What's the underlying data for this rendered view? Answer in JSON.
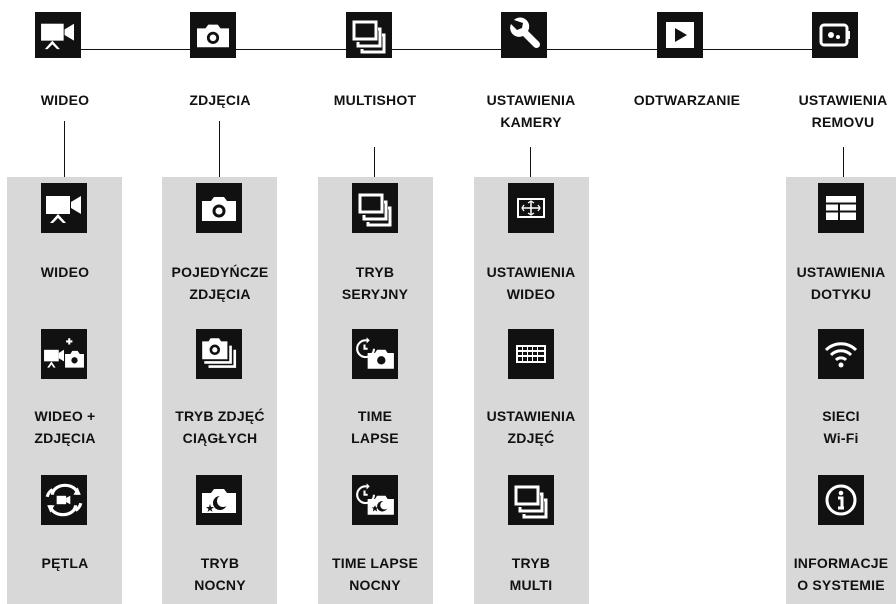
{
  "top_menu": [
    {
      "label": "WIDEO",
      "icon": "video-camera-icon"
    },
    {
      "label": "ZDJĘCIA",
      "icon": "photo-camera-icon"
    },
    {
      "label": "MULTISHOT",
      "icon": "multishot-icon"
    },
    {
      "label": "USTAWIENIA\nKAMERY",
      "icon": "wrench-icon"
    },
    {
      "label": "ODTWARZANIE",
      "icon": "play-icon"
    },
    {
      "label": "USTAWIENIA\nREMOVU",
      "icon": "remote-settings-icon"
    }
  ],
  "submenus": {
    "wideo": [
      {
        "label": "WIDEO",
        "icon": "video-camera-icon"
      },
      {
        "label": "WIDEO +\nZDJĘCIA",
        "icon": "video-plus-photo-icon"
      },
      {
        "label": "PĘTLA",
        "icon": "loop-video-icon"
      }
    ],
    "zdjecia": [
      {
        "label": "POJEDYŃCZE\nZDJĘCIA",
        "icon": "photo-camera-icon"
      },
      {
        "label": "TRYB ZDJĘĆ\nCIĄGŁYCH",
        "icon": "continuous-photo-icon"
      },
      {
        "label": "TRYB\nNOCNY",
        "icon": "night-photo-icon"
      }
    ],
    "multishot": [
      {
        "label": "TRYB\nSERYJNY",
        "icon": "burst-icon"
      },
      {
        "label": "TIME\nLAPSE",
        "icon": "time-lapse-icon"
      },
      {
        "label": "TIME LAPSE\nNOCNY",
        "icon": "night-time-lapse-icon"
      }
    ],
    "ustawienia_kamery": [
      {
        "label": "USTAWIENIA\nWIDEO",
        "icon": "video-settings-icon"
      },
      {
        "label": "USTAWIENIA\nZDJĘĆ",
        "icon": "photo-settings-icon"
      },
      {
        "label": "TRYB\nMULTI",
        "icon": "multi-mode-icon"
      }
    ],
    "ustawienia_removu": [
      {
        "label": "USTAWIENIA\nDOTYKU",
        "icon": "touch-settings-icon"
      },
      {
        "label": "SIECI\nWi-Fi",
        "icon": "wifi-icon"
      },
      {
        "label": "INFORMACJE\nO SYSTEMIE",
        "icon": "info-icon"
      }
    ]
  }
}
